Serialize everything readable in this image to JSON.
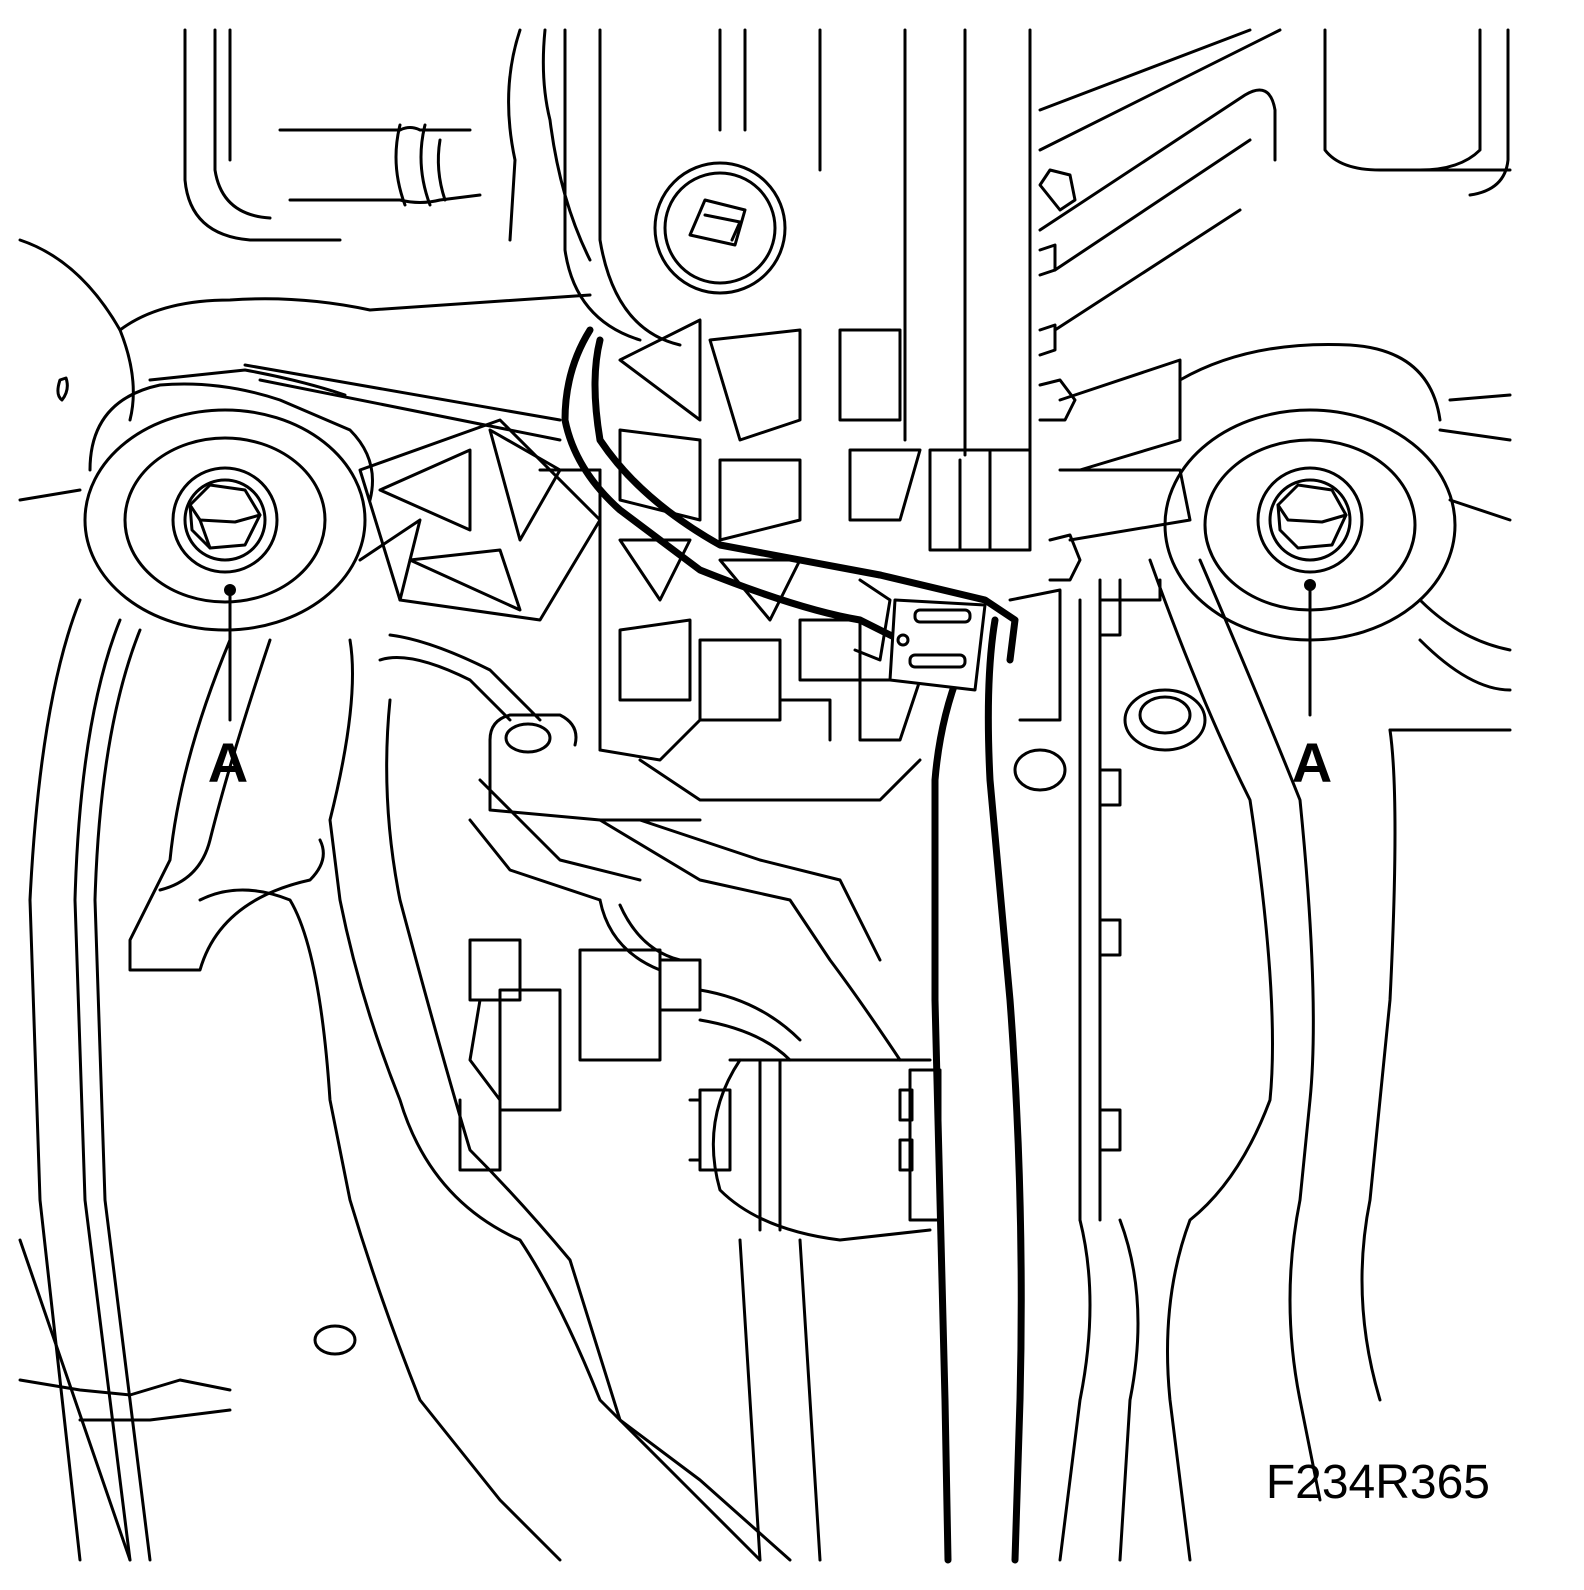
{
  "figure": {
    "id": "F234R365"
  },
  "callouts": [
    {
      "label": "A"
    },
    {
      "label": "A"
    }
  ]
}
